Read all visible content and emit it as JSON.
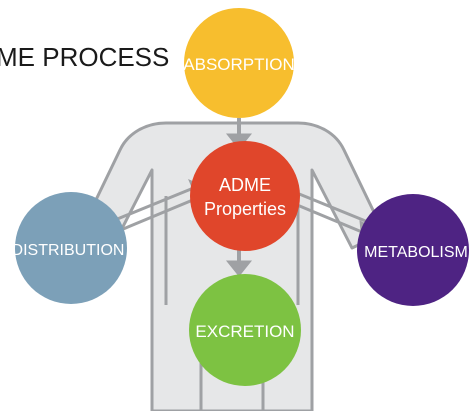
{
  "title": "ME PROCESS",
  "nodes": {
    "absorption": {
      "label": "ABSORPTION",
      "color": "#F7BE2E"
    },
    "adme": {
      "label_line1": "ADME",
      "label_line2": "Properties",
      "color": "#E0462B"
    },
    "distribution": {
      "label": "DISTRIBUTION",
      "color": "#7CA0B8"
    },
    "metabolism": {
      "label": "METABOLISM",
      "color": "#4E2383"
    },
    "excretion": {
      "label": "EXCRETION",
      "color": "#7DC242"
    }
  },
  "colors": {
    "body_fill": "#E6E7E8",
    "body_outline": "#9FA1A4",
    "arrow": "#9FA1A4"
  },
  "icons": {
    "body_silhouette": "human-body-outline-icon"
  }
}
